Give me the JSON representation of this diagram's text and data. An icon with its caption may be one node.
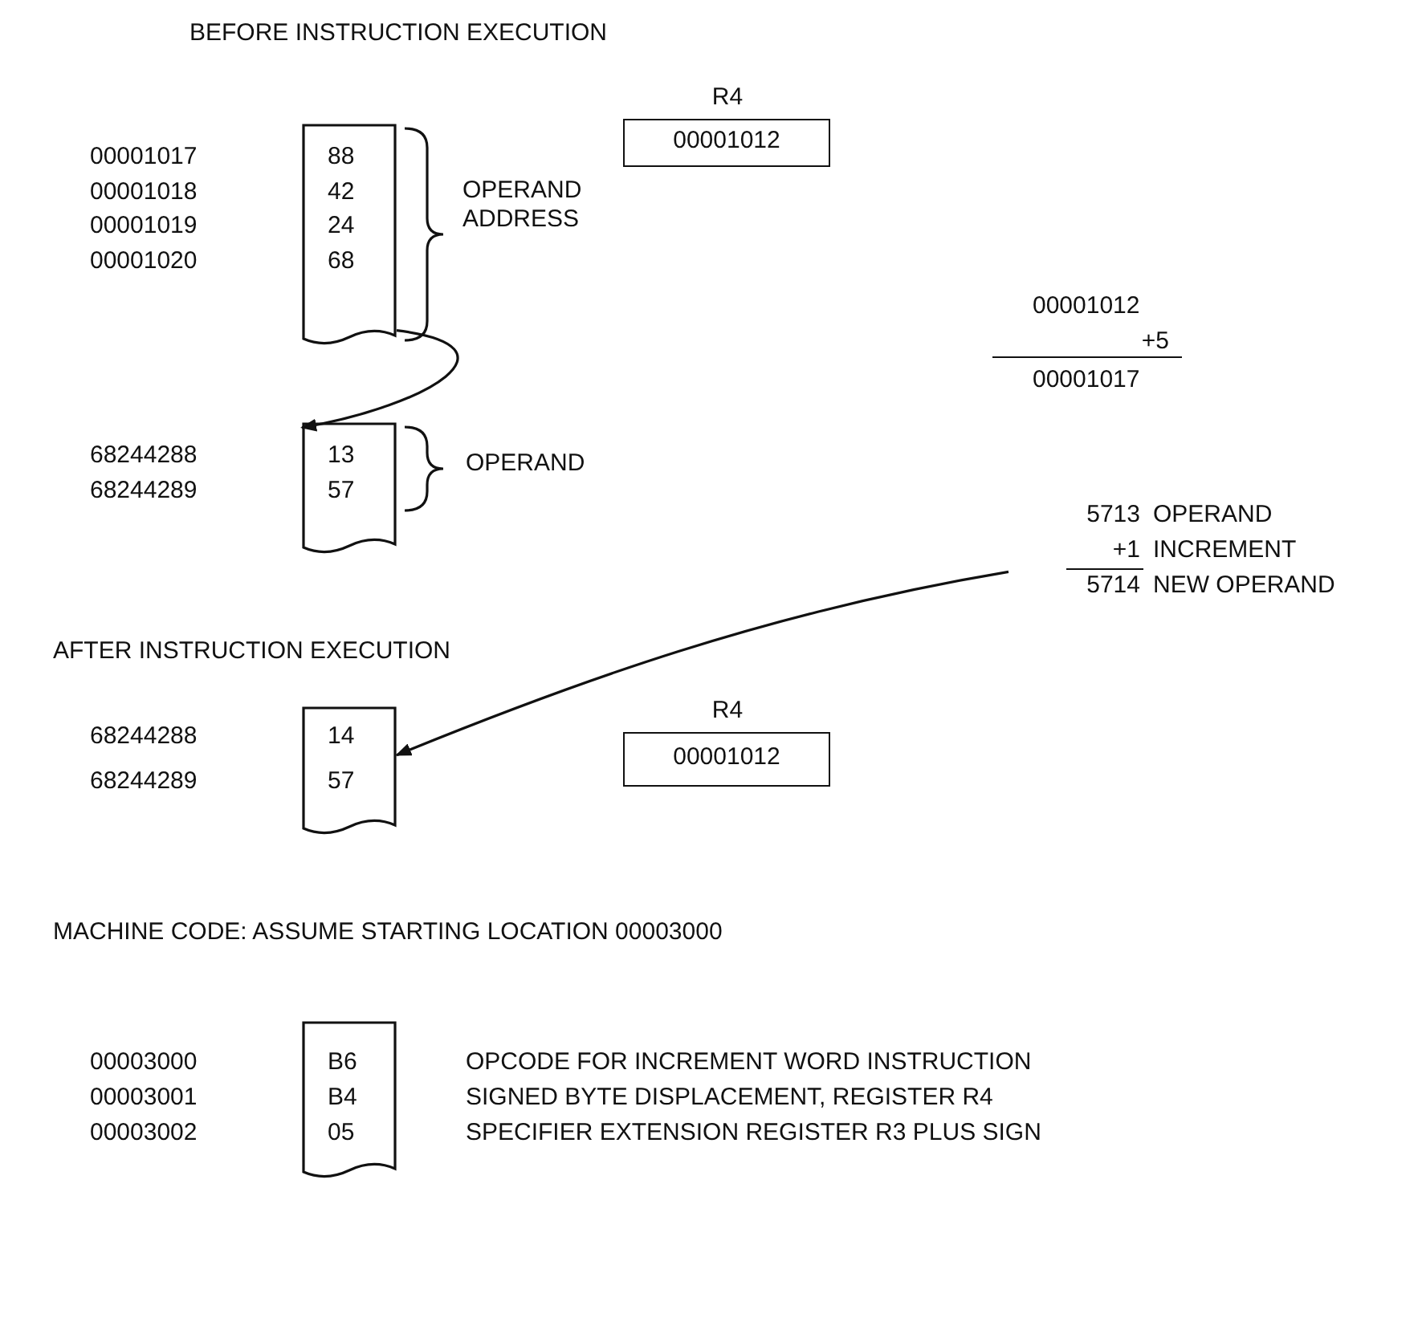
{
  "diagram": {
    "nodes": [
      {
        "text": [
          "R4",
          "00001012"
        ]
      },
      {
        "text": [
          "88",
          "42",
          "24",
          "68"
        ],
        "beside": [
          "00001017",
          "00001018",
          "00001019",
          "00001020"
        ]
      },
      {
        "text": [
          "13",
          "57"
        ],
        "beside": [
          "68244288",
          "68244289"
        ]
      },
      {
        "text": [
          "5713",
          "OPERAND",
          "+1",
          "INCREMENT",
          "5714",
          "NEW OPERAND"
        ]
      },
      {
        "text": [
          "14",
          "57"
        ],
        "beside": [
          "68244288",
          "68244289"
        ]
      },
      {
        "text": [
          "R4",
          "00001012"
        ]
      },
      {
        "text": [
          "B6",
          "B4",
          "05"
        ],
        "beside": [
          "00003000",
          "00003001",
          "00003002",
          "OPCODE FOR INCREMENT WORD INSTRUCTION",
          "SIGNED BYTE DISPLACEMENT, REGISTER R4",
          "SPECIFIER EXTENSION REGISTER R3 PLUS SIGN"
        ]
      }
    ],
    "edges": [
      {
        "from": 1,
        "to": 2,
        "arrow": "to"
      },
      {
        "from": 3,
        "to": 4,
        "arrow": "to"
      }
    ],
    "labels": [
      "BEFORE INSTRUCTION EXECUTION",
      "OPERAND ADDRESS",
      "00001012",
      "+5",
      "00001017",
      "OPERAND",
      "AFTER INSTRUCTION EXECUTION",
      "MACHINE CODE:  ASSUME STARTING LOCATION 00003000"
    ]
  }
}
